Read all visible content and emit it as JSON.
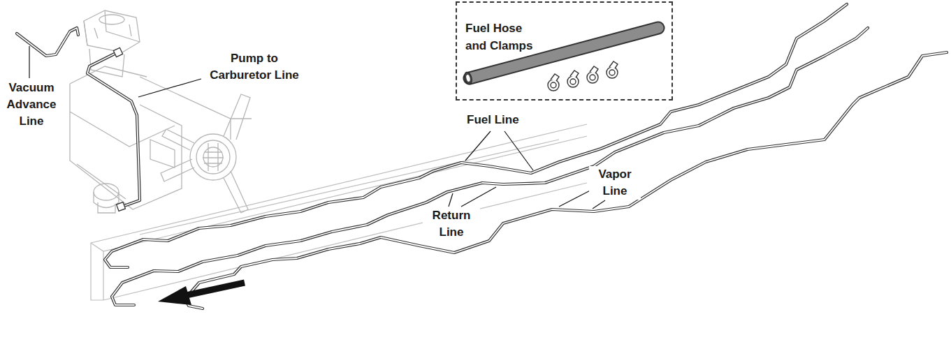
{
  "diagram": {
    "nodes": [
      {
        "text": [
          "Fuel Hose and Clamps"
        ]
      }
    ],
    "labels": [
      "Vacuum Advance Line",
      "Pump to Carburetor Line",
      "Fuel Line",
      "Return Line",
      "Vapor Line"
    ]
  }
}
